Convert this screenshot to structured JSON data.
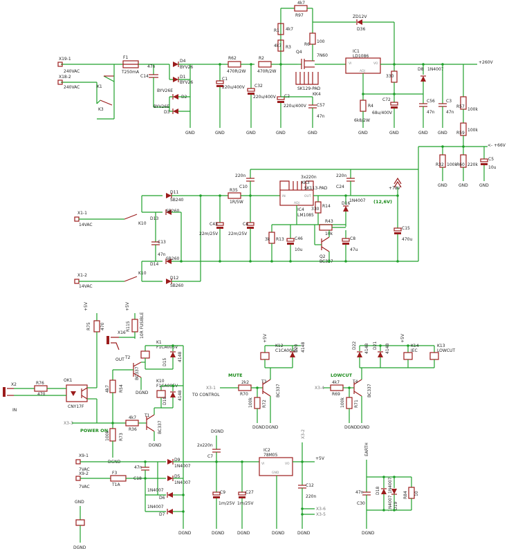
{
  "power_rails": {
    "hv_plus": "+260V",
    "mid_plus": "<- +66V",
    "reg": "(12,6V)",
    "v5": "+5V"
  },
  "section_labels": {
    "power_on": "POWER ON",
    "mute": "MUTE",
    "lowcut": "LOWCUT",
    "to_control": "TO CONTROL",
    "in": "IN",
    "earth": "EARTH",
    "out": "OUT"
  },
  "connectors": [
    {
      "id": "X19-1",
      "label": "240VAC"
    },
    {
      "id": "X18-2",
      "label": "240VAC"
    },
    {
      "id": "X1-1",
      "label": "14VAC"
    },
    {
      "id": "X1-2",
      "label": "14VAC"
    },
    {
      "id": "X9-1",
      "label": "7VAC"
    },
    {
      "id": "X9-2",
      "label": "7VAC"
    },
    {
      "id": "X2",
      "label": "IN"
    },
    {
      "id": "X3-3",
      "label": ""
    },
    {
      "id": "X3-1",
      "label": ""
    },
    {
      "id": "X3-4",
      "label": ""
    },
    {
      "id": "X3-2",
      "label": ""
    },
    {
      "id": "X3-5",
      "label": ""
    },
    {
      "id": "X3-6",
      "label": ""
    },
    {
      "id": "X16",
      "label": ""
    }
  ],
  "components": {
    "R97": {
      "name": "R97",
      "value": "4k7"
    },
    "R1": {
      "name": "R1",
      "value": "4k7"
    },
    "R3": {
      "name": "R3",
      "value": "4k7"
    },
    "R6": {
      "name": "R6",
      "value": "100"
    },
    "ZD12V": {
      "name": "ZD12V",
      "value": ""
    },
    "D36": {
      "name": "D36",
      "value": ""
    },
    "Q4": {
      "name": "Q4",
      "value": "7N60"
    },
    "IC1": {
      "name": "IC1",
      "value": "LD1086"
    },
    "R5": {
      "name": "R5",
      "value": "330"
    },
    "D5_top": {
      "name": "D8",
      "value": "1N4007"
    },
    "C56": {
      "name": "C56",
      "value": "47n"
    },
    "C3": {
      "name": "C3",
      "value": "47n"
    },
    "R57": {
      "name": "R57",
      "value": "100k"
    },
    "R59": {
      "name": "R59",
      "value": "100k"
    },
    "R4": {
      "name": "R4",
      "value": "6k8/2W"
    },
    "C72": {
      "name": "C72",
      "value": "68u/400V"
    },
    "F1": {
      "name": "F1",
      "value": "T250mA"
    },
    "C14": {
      "name": "C14",
      "value": "47n"
    },
    "D4": {
      "name": "D4",
      "value": "BYV26"
    },
    "D1": {
      "name": "D1",
      "value": "BYV26"
    },
    "D2": {
      "name": "D2",
      "value": "BYV26E"
    },
    "D3": {
      "name": "D3",
      "value": "BYV26E"
    },
    "R62": {
      "name": "R62",
      "value": "470R/2W"
    },
    "R2": {
      "name": "R2",
      "value": "470R/2W"
    },
    "C1": {
      "name": "C1",
      "value": "220u/400V"
    },
    "C32": {
      "name": "C32",
      "value": "220u/400V"
    },
    "C2": {
      "name": "C2",
      "value": "220u/400V"
    },
    "SK129": {
      "name": "SK129-PAD",
      "value": "KK4"
    },
    "C57": {
      "name": "C57",
      "value": "47n"
    },
    "K1": {
      "name": "K1",
      "value": ""
    },
    "K3": {
      "name": "K3",
      "value": ""
    },
    "R32": {
      "name": "R32",
      "value": "100k"
    },
    "R60": {
      "name": "R60",
      "value": "220k"
    },
    "C5": {
      "name": "C5",
      "value": "10u"
    },
    "D11": {
      "name": "D11",
      "value": "SB240"
    },
    "D13": {
      "name": "D13",
      "value": "SB260"
    },
    "D14": {
      "name": "D14",
      "value": "SB260"
    },
    "D12": {
      "name": "D12",
      "value": "SB260"
    },
    "K10a": {
      "name": "K10",
      "value": ""
    },
    "K10b": {
      "name": "K10",
      "value": ""
    },
    "C13": {
      "name": "C13",
      "value": "47n"
    },
    "R35": {
      "name": "R35",
      "value": "1R/5W"
    },
    "C10": {
      "name": "C10",
      "value": "220n"
    },
    "C43": {
      "name": "C43",
      "value": "22m/25V"
    },
    "C4": {
      "name": "C4",
      "value": "22m/25V"
    },
    "KK3": {
      "name": "KK3",
      "value": "3x220n"
    },
    "SK113": {
      "name": "SK113-PAD",
      "value": ""
    },
    "IC4": {
      "name": "IC4",
      "value": "LM1085"
    },
    "R14": {
      "name": "R14",
      "value": "330"
    },
    "C24": {
      "name": "C24",
      "value": "220n"
    },
    "D16": {
      "name": "D16",
      "value": "1N4007"
    },
    "V78": {
      "name": "+78V",
      "value": ""
    },
    "C15": {
      "name": "C15",
      "value": "470u"
    },
    "R43": {
      "name": "R43",
      "value": "10k"
    },
    "R13": {
      "name": "R13",
      "value": "3k"
    },
    "C46": {
      "name": "C46",
      "value": "10u"
    },
    "Q2": {
      "name": "Q2",
      "value": "BC327"
    },
    "C8": {
      "name": "C8",
      "value": "47u"
    },
    "R75": {
      "name": "R75",
      "value": "470"
    },
    "R115": {
      "name": "R115",
      "value": "10R FUSIBLE"
    },
    "K1b": {
      "name": "K1",
      "value": "F1CA005V"
    },
    "D15": {
      "name": "D15",
      "value": "4148"
    },
    "T2": {
      "name": "T2",
      "value": "BC337"
    },
    "R54": {
      "name": "R54",
      "value": "4k7"
    },
    "K10c": {
      "name": "K10",
      "value": "F1CA005V"
    },
    "D10": {
      "name": "D10",
      "value": "4148"
    },
    "OK1": {
      "name": "OK1",
      "value": "CNY17F"
    },
    "R76": {
      "name": "R76",
      "value": "470"
    },
    "R73": {
      "name": "R73",
      "value": "100k"
    },
    "R36": {
      "name": "R36",
      "value": "4k7"
    },
    "T1": {
      "name": "T1",
      "value": "BC337"
    },
    "K12": {
      "name": "K12",
      "value": "C1CA005G"
    },
    "D20": {
      "name": "D20",
      "value": "4148"
    },
    "R70": {
      "name": "R70",
      "value": "2k2"
    },
    "R72": {
      "name": "R72",
      "value": "100k"
    },
    "T3": {
      "name": "T3",
      "value": "BC337"
    },
    "D22": {
      "name": "D22",
      "value": "4148"
    },
    "D21": {
      "name": "D21",
      "value": "4148"
    },
    "K14": {
      "name": "K14",
      "value": "IEC"
    },
    "K13": {
      "name": "K13",
      "value": "LOWCUT"
    },
    "R69": {
      "name": "R69",
      "value": "4k7"
    },
    "R71": {
      "name": "R71",
      "value": "100k"
    },
    "T4": {
      "name": "T4",
      "value": "BC337"
    },
    "C7": {
      "name": "C7",
      "value": "2x220n"
    },
    "IC2": {
      "name": "IC2",
      "value": "78M05"
    },
    "D9": {
      "name": "D9",
      "value": "1N4007"
    },
    "D5": {
      "name": "D5",
      "value": "1N4007"
    },
    "D6": {
      "name": "D6",
      "value": "1N4007"
    },
    "D7": {
      "name": "D7",
      "value": "1N4007"
    },
    "F3": {
      "name": "F3",
      "value": "T1A"
    },
    "C18": {
      "name": "C18",
      "value": "47n"
    },
    "C9": {
      "name": "C9",
      "value": "1m/25V"
    },
    "C27": {
      "name": "C27",
      "value": "1m/25V"
    },
    "C12": {
      "name": "C12",
      "value": "220n"
    },
    "C30": {
      "name": "C30",
      "value": "47n"
    },
    "D18": {
      "name": "D18",
      "value": "1N4007"
    },
    "D19": {
      "name": "D19",
      "value": "1N4007"
    },
    "R84": {
      "name": "R84",
      "value": "10"
    }
  },
  "ground_labels": {
    "gnd": "GND",
    "dgnd": "DGND"
  },
  "ic_pins": {
    "vi": "VI",
    "vo": "VO",
    "adj": "ADJ",
    "in": "IN",
    "out": "OUT",
    "gnd": "GND"
  }
}
